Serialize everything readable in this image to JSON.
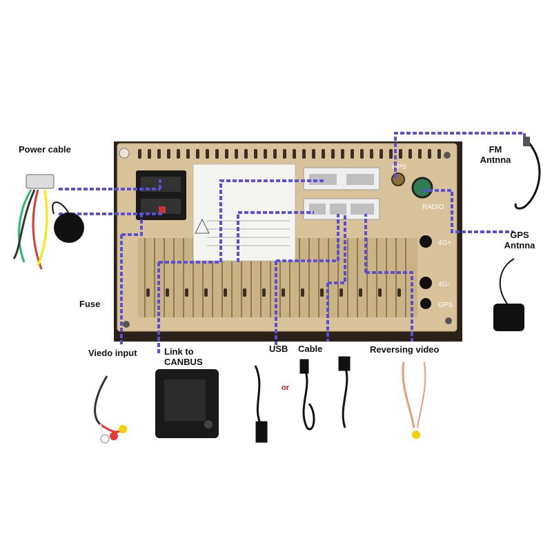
{
  "labels": {
    "power_cable": "Power cable",
    "fm_antenna": "FM\nAntnna",
    "gps_antenna": "GPS\nAntnna",
    "fuse": "Fuse",
    "video_input": "Viedo input",
    "canbus": "Link to\nCANBUS",
    "usb": "USB",
    "cable": "Cable",
    "reversing_video": "Reversing video",
    "or": "or"
  },
  "panel_text": {
    "gps": "GPS",
    "radio": "RADIO",
    "4g_plus": "4G+",
    "4g_minus": "4G-",
    "gps_bottom": "GPS"
  },
  "colors": {
    "panel": "#d8c29a",
    "panel_dark": "#a89466",
    "wire": "#5a4fd6",
    "wire_dash": "#8fb0ff",
    "housing": "#2a2218"
  }
}
